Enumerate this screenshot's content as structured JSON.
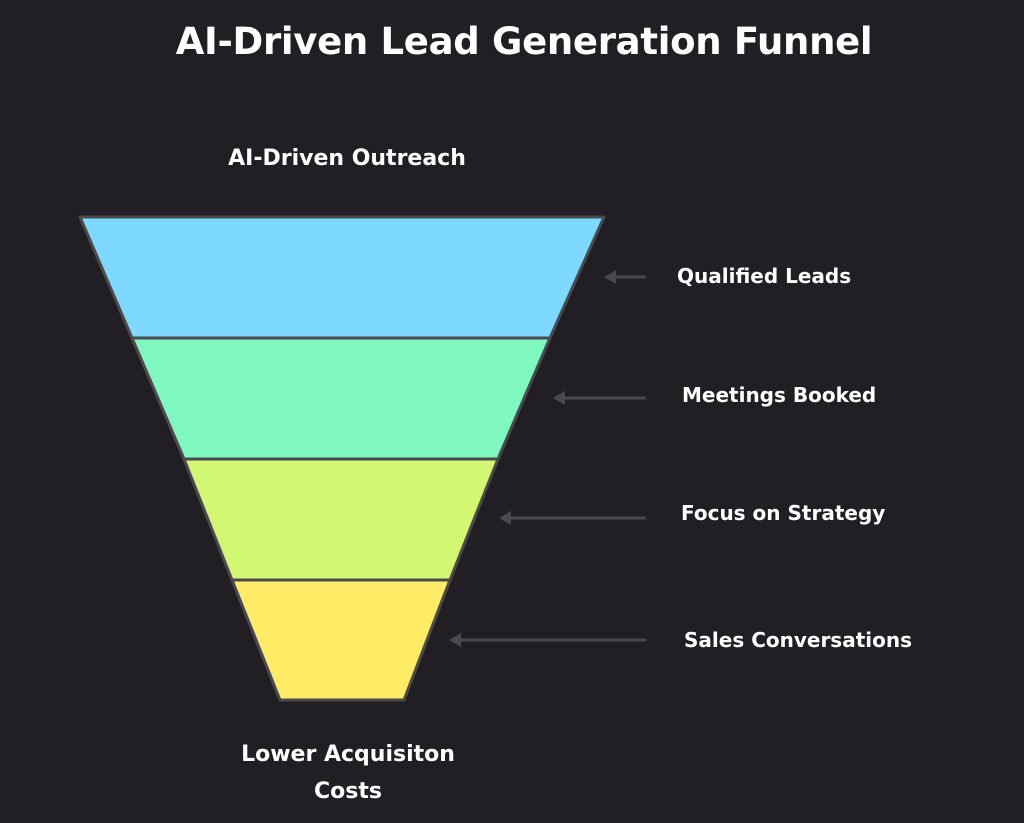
{
  "title": "AI-Driven Lead Generation Funnel",
  "funnel": {
    "top_label": "AI-Driven Outreach",
    "bottom_label_line1": "Lower Acquisiton",
    "bottom_label_line2": "Costs",
    "stages": [
      {
        "label": "Qualified Leads",
        "color": "#7dd9ff"
      },
      {
        "label": "Meetings Booked",
        "color": "#7ff8c0"
      },
      {
        "label": "Focus on Strategy",
        "color": "#d3f673"
      },
      {
        "label": "Sales Conversations",
        "color": "#ffeb66"
      }
    ],
    "outline_color": "#4a4a4c",
    "arrow_color": "#4a4a4c"
  }
}
